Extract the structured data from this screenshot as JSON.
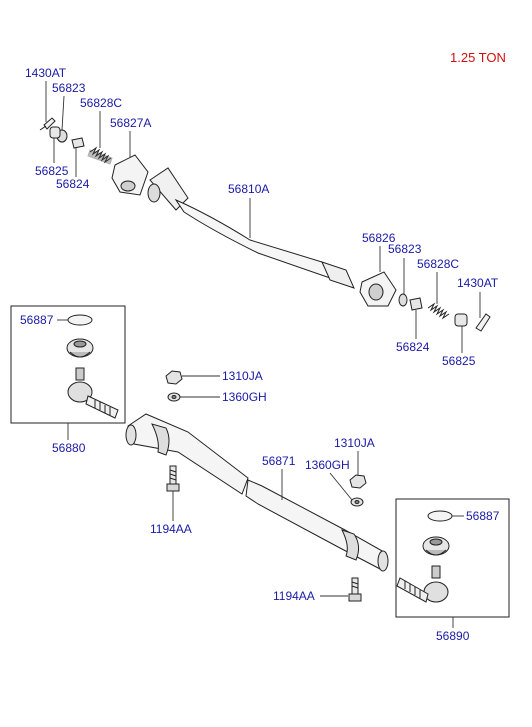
{
  "header": {
    "capacity": "1.25 TON"
  },
  "colors": {
    "label": "#1a1aa6",
    "capacity": "#d01010",
    "line": "#222222"
  },
  "labels": {
    "cotter_pin_upper": "1430AT",
    "washer_upper": "56823",
    "plug_upper": "56828C",
    "socket_upper": "56827A",
    "cap_upper": "56825",
    "seat_upper": "56824",
    "drag_link": "56810A",
    "socket_lower": "56826",
    "washer_lower": "56823",
    "plug_lower": "56828C",
    "cotter_pin_lower": "1430AT",
    "seat_lower": "56824",
    "cap_lower": "56825",
    "boot_left": "56887",
    "tie_rod_end_left": "56880",
    "nut_mid": "1310JA",
    "washer_mid": "1360GH",
    "tie_rod": "56871",
    "nut_right": "1310JA",
    "washer_right": "1360GH",
    "bolt_left": "1194AA",
    "bolt_right": "1194AA",
    "boot_right": "56887",
    "tie_rod_end_right": "56890"
  }
}
